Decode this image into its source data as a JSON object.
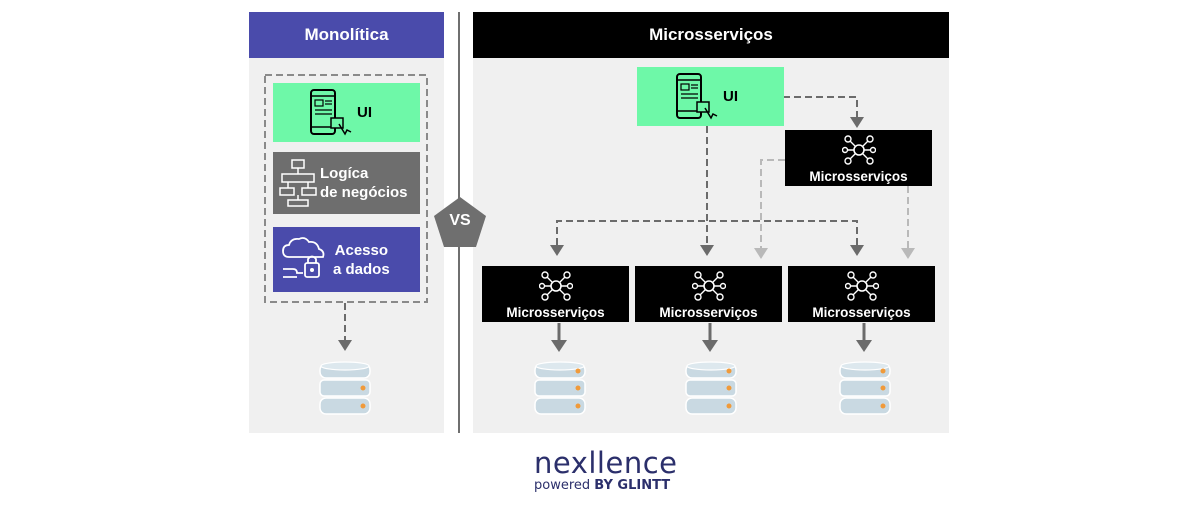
{
  "monolithic": {
    "title": "Monolítica",
    "ui_label": "UI",
    "logic_label_1": "Logíca",
    "logic_label_2": "de negócios",
    "data_label_1": "Acesso",
    "data_label_2": "a dados"
  },
  "microservices": {
    "title": "Microsserviços",
    "ui_label": "UI",
    "service_label": "Microsserviços",
    "service_top_label": "Microsserviços",
    "service_1_label": "Microsserviços",
    "service_2_label": "Microsserviços",
    "service_3_label": "Microsserviços"
  },
  "vs_label": "VS",
  "logo": {
    "name": "nexllence",
    "powered_by": "powered",
    "brand": "BY GLINTT"
  },
  "colors": {
    "monolithic_header": "#4a4bab",
    "microservices_header": "#000000",
    "ui_green": "#6ef8a8",
    "logic_gray": "#6e6e6e",
    "data_blue": "#4a4bab",
    "panel_bg": "#f0f0f0",
    "arrow_dark": "#6b6b6b",
    "arrow_light": "#b9b9b9",
    "database_fill": "#c9d9e2",
    "database_dot": "#f09a3a"
  },
  "icons": [
    "tablet-icon",
    "flowchart-icon",
    "cloud-lock-icon",
    "network-hub-icon",
    "database-icon",
    "vs-pentagon-icon"
  ]
}
